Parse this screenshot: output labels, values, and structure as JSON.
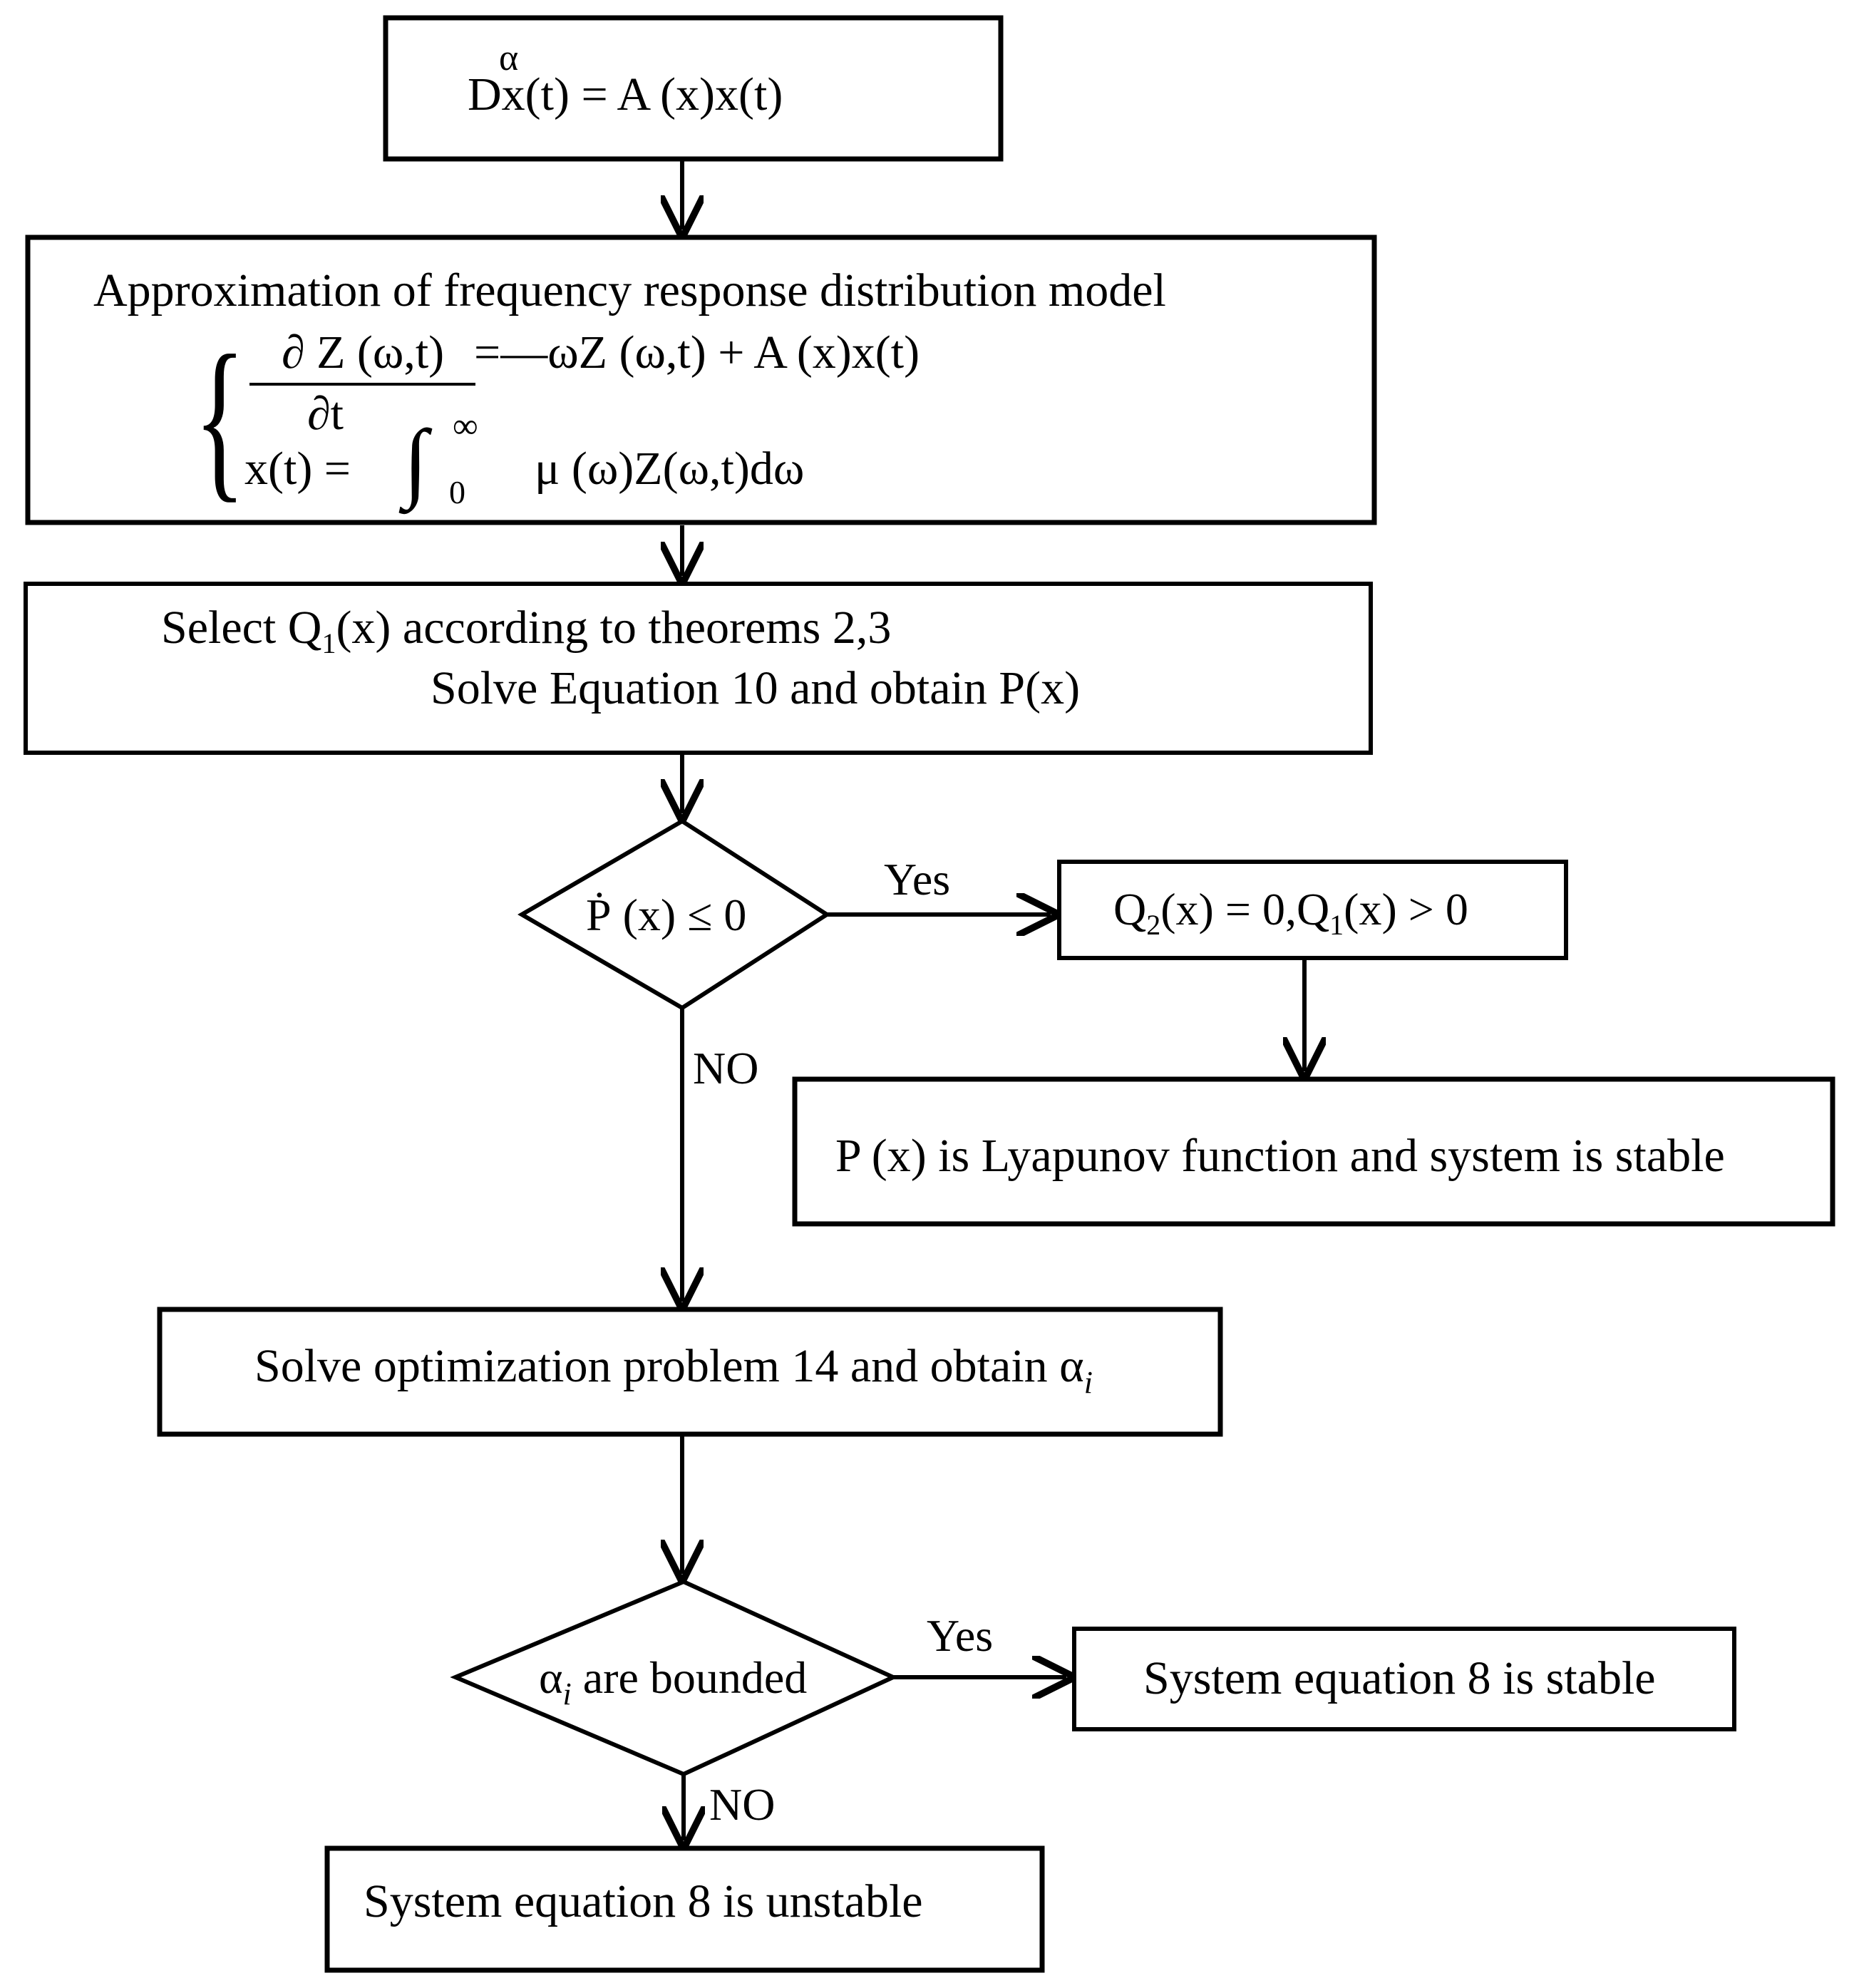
{
  "diagram": {
    "start_box": {
      "op": "D",
      "order": "α",
      "rest": "x(t) = A (x)x(t)"
    },
    "approx_box": {
      "title": "Approximation of frequency response distribution model",
      "brace": "{",
      "eq1_numerator": "∂ Z (ω,t)",
      "eq1_denominator": "∂t",
      "eq1_rhs": "=—ωZ (ω,t) + A (x)x(t)",
      "eq2_lhs": "x(t) =",
      "integral_sign": "∫",
      "integral_upper": "∞",
      "integral_lower": "0",
      "eq2_integrand": "μ (ω)Z(ω,t)dω"
    },
    "select_box": {
      "line1_a": "Select Q",
      "line1_sub": "1",
      "line1_b": "(x) according to theorems  2,3",
      "line2": "Solve Equation 10 and obtain P(x)"
    },
    "decision1": {
      "p": "Ṗ",
      "rest": " (x) ≤ 0",
      "yes_label": "Yes",
      "no_label": "NO"
    },
    "q_box": {
      "a": "Q",
      "sub2": "2",
      "b": "(x) = 0,Q",
      "sub1": "1",
      "c": "(x) > 0"
    },
    "lyapunov_box": {
      "text": "P (x) is Lyapunov function and system is stable"
    },
    "optimize_box": {
      "text": "Solve optimization problem 14 and obtain α",
      "sub": "i"
    },
    "decision2": {
      "alpha": "α",
      "sub": "i",
      "rest": " are bounded",
      "yes_label": "Yes",
      "no_label": "NO"
    },
    "stable_box": {
      "text": "System equation 8 is stable"
    },
    "unstable_box": {
      "text": "System equation 8 is unstable"
    }
  }
}
